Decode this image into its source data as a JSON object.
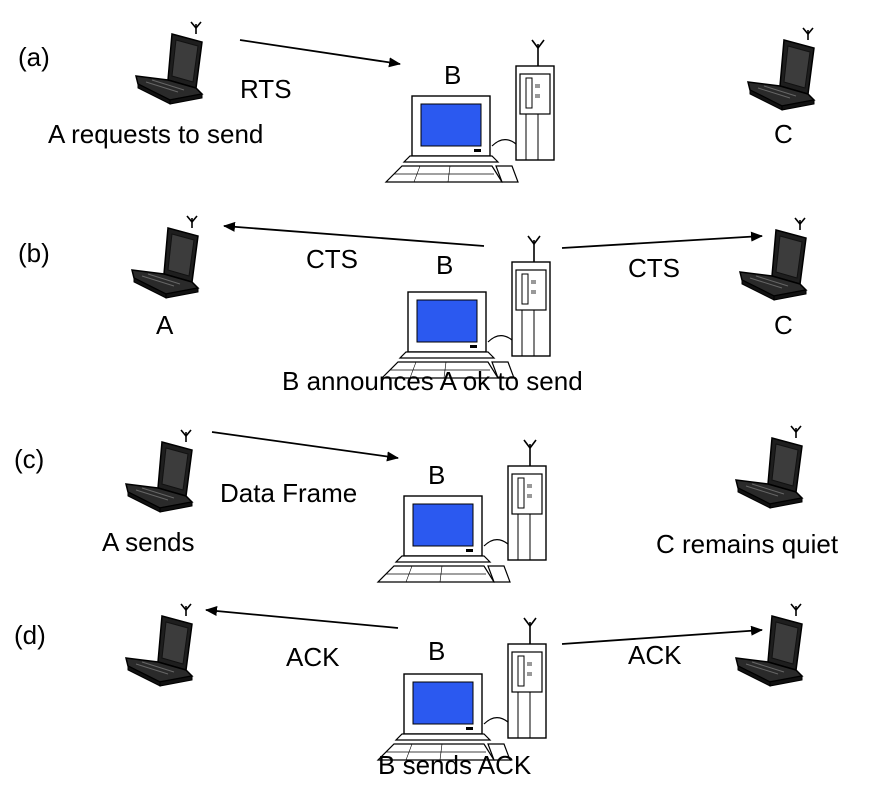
{
  "colors": {
    "screen": "#2b59f0",
    "ink": "#000000",
    "laptop_body": "#1e1e1e"
  },
  "icons": {
    "laptop": "laptop-with-antenna-icon",
    "base_station": "desktop-computer-with-access-point-icon"
  },
  "panels": [
    {
      "label": "(a)",
      "node_b": "B",
      "left_caption": "A requests to send",
      "right_caption": "C",
      "messages": [
        "RTS"
      ]
    },
    {
      "label": "(b)",
      "node_b": "B",
      "left_caption": "A",
      "right_caption": "C",
      "bottom_caption": "B announces A ok to send",
      "messages": [
        "CTS",
        "CTS"
      ]
    },
    {
      "label": "(c)",
      "node_b": "B",
      "left_caption": "A sends",
      "right_caption": "C remains quiet",
      "messages": [
        "Data Frame"
      ]
    },
    {
      "label": "(d)",
      "node_b": "B",
      "bottom_caption": "B sends ACK",
      "messages": [
        "ACK",
        "ACK"
      ]
    }
  ]
}
